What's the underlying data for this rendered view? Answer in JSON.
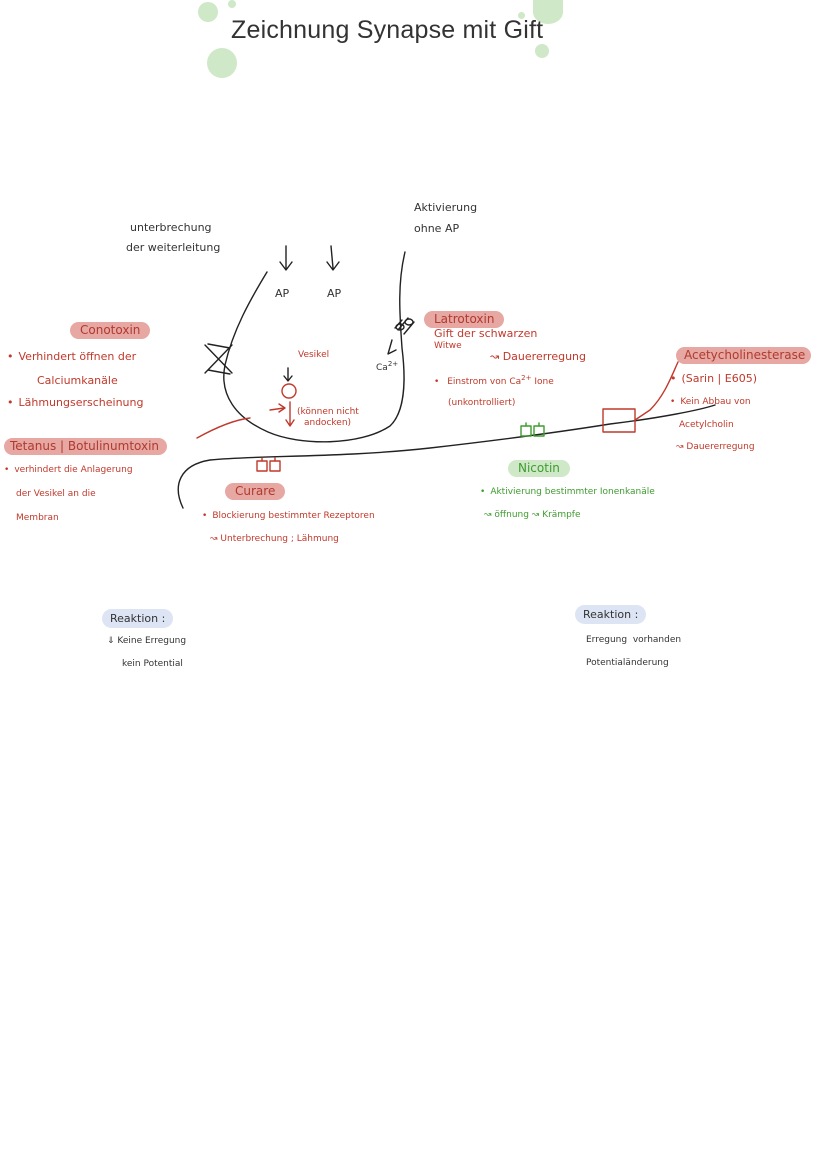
{
  "title": "Zeichnung Synapse mit Gift",
  "top_labels": {
    "unterbrechung_1": "unterbrechung",
    "unterbrechung_2": "der weiterleitung",
    "ap_left": "AP",
    "ap_right": "AP",
    "aktivierung_1": "Aktivierung",
    "aktivierung_2": "ohne AP",
    "vesikel": "Vesikel",
    "ca": "Ca",
    "ca_sup": "2+",
    "koennen_nicht_1": "(können nicht",
    "koennen_nicht_2": "andocken)"
  },
  "conotoxin": {
    "label": "Conotoxin",
    "line1": "Verhindert öffnen der",
    "line2": "Calciumkanäle",
    "line3": "Lähmungserscheinung"
  },
  "tetanus": {
    "label": "Tetanus | Botulinumtoxin",
    "line1": "verhindert die Anlagerung",
    "line2": "der Vesikel an die",
    "line3": "Membran"
  },
  "curare": {
    "label": "Curare",
    "line1": "Blockierung bestimmter Rezeptoren",
    "line2": "↝ Unterbrechung ; Lähmung"
  },
  "latrotoxin": {
    "label": "Latrotoxin",
    "line1": "Gift der schwarzen",
    "line2": "Witwe",
    "line3": "↝ Dauererregung",
    "line4": "Einstrom von Ca",
    "line4_sup": "2+",
    "line4_end": " Ione",
    "line5": "(unkontrolliert)"
  },
  "acetylcholinesterase": {
    "label": "Acetycholinesterase",
    "line1": "(Sarin | E605)",
    "line2": "Kein Abbau von",
    "line3": "Acetylcholin",
    "line4": "↝ Dauererregung"
  },
  "nicotin": {
    "label": "Nicotin",
    "line1": "Aktivierung bestimmter Ionenkanäle",
    "line2": "↝ öffnung ↝ Krämpfe"
  },
  "reaktion_left": {
    "label": "Reaktion :",
    "line1": "⇓ Keine Erregung",
    "line2": "kein Potential"
  },
  "reaktion_right": {
    "label": "Reaktion :",
    "line1": "Erregung  vorhanden",
    "line2": "Potentialänderung"
  },
  "colors": {
    "red": "#c0392b",
    "red_bg": "#e7a7a3",
    "green": "#3f9c2f",
    "green_bg": "#cfe8c7",
    "blue_bg": "#dde4f3"
  }
}
